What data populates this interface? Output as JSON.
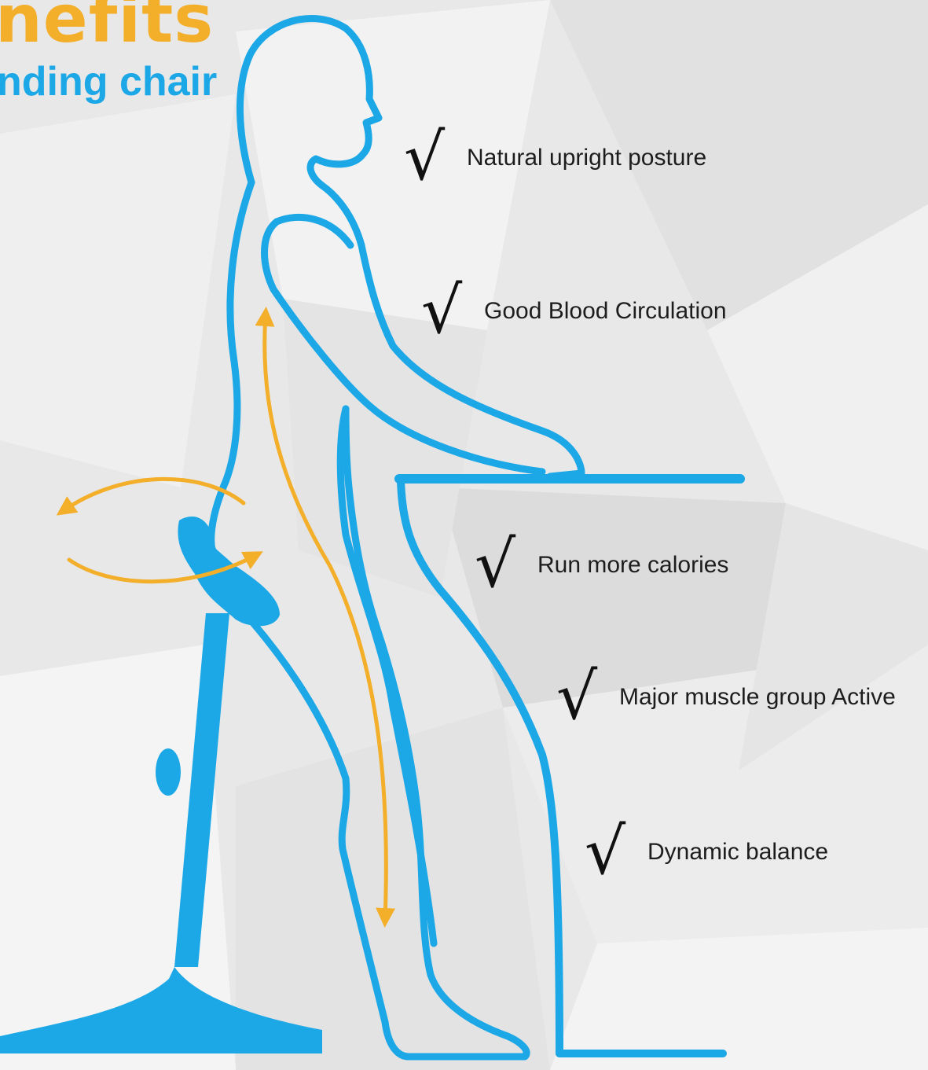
{
  "header": {
    "title": "nefits",
    "subtitle": "nding chair"
  },
  "benefits": [
    {
      "check": "√",
      "label": "Natural upright posture"
    },
    {
      "check": "√",
      "label": "Good Blood Circulation"
    },
    {
      "check": "√",
      "label": "Run more calories"
    },
    {
      "check": "√",
      "label": "Major muscle group Active"
    },
    {
      "check": "√",
      "label": "Dynamic balance"
    }
  ],
  "colors": {
    "figure_blue": "#1ca7e6",
    "arrow_orange": "#f3ae2a",
    "background": "#e9e9e9",
    "check_black": "#111111"
  }
}
